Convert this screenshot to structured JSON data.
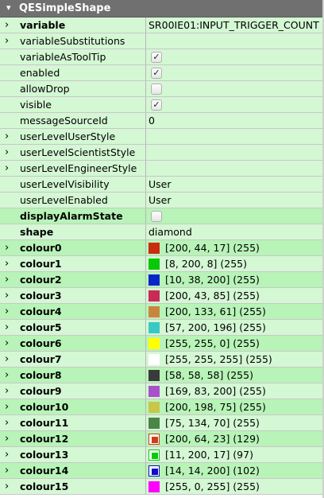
{
  "header": {
    "title": "QESimpleShape"
  },
  "properties": [
    {
      "name": "variable",
      "value": "SR00IE01:INPUT_TRIGGER_COUNT",
      "bold": true,
      "bg": "light",
      "expand": true,
      "kind": "text"
    },
    {
      "name": "variableSubstitutions",
      "value": "",
      "bold": false,
      "bg": "light",
      "expand": true,
      "kind": "text"
    },
    {
      "name": "variableAsToolTip",
      "checked": true,
      "bold": false,
      "bg": "light",
      "expand": false,
      "kind": "check"
    },
    {
      "name": "enabled",
      "checked": true,
      "bold": false,
      "bg": "light",
      "expand": false,
      "kind": "check"
    },
    {
      "name": "allowDrop",
      "checked": false,
      "bold": false,
      "bg": "light",
      "expand": false,
      "kind": "check"
    },
    {
      "name": "visible",
      "checked": true,
      "bold": false,
      "bg": "light",
      "expand": false,
      "kind": "check"
    },
    {
      "name": "messageSourceId",
      "value": "0",
      "bold": false,
      "bg": "light",
      "expand": false,
      "kind": "text"
    },
    {
      "name": "userLevelUserStyle",
      "value": "",
      "bold": false,
      "bg": "light",
      "expand": true,
      "kind": "text"
    },
    {
      "name": "userLevelScientistStyle",
      "value": "",
      "bold": false,
      "bg": "light",
      "expand": true,
      "kind": "text"
    },
    {
      "name": "userLevelEngineerStyle",
      "value": "",
      "bold": false,
      "bg": "light",
      "expand": true,
      "kind": "text"
    },
    {
      "name": "userLevelVisibility",
      "value": "User",
      "bold": false,
      "bg": "light",
      "expand": false,
      "kind": "text"
    },
    {
      "name": "userLevelEnabled",
      "value": "User",
      "bold": false,
      "bg": "light",
      "expand": false,
      "kind": "text"
    },
    {
      "name": "displayAlarmState",
      "checked": false,
      "bold": true,
      "bg": "green",
      "expand": false,
      "kind": "check"
    },
    {
      "name": "shape",
      "value": "diamond",
      "bold": true,
      "bg": "light",
      "expand": false,
      "kind": "text"
    },
    {
      "name": "colour0",
      "value": "[200, 44, 17] (255)",
      "color": "#c82c11",
      "alpha": 255,
      "bold": true,
      "bg": "green",
      "expand": true,
      "kind": "colour"
    },
    {
      "name": "colour1",
      "value": "[8, 200, 8] (255)",
      "color": "#08c808",
      "alpha": 255,
      "bold": true,
      "bg": "light",
      "expand": true,
      "kind": "colour"
    },
    {
      "name": "colour2",
      "value": "[10, 38, 200] (255)",
      "color": "#0a26c8",
      "alpha": 255,
      "bold": true,
      "bg": "green",
      "expand": true,
      "kind": "colour"
    },
    {
      "name": "colour3",
      "value": "[200, 43, 85] (255)",
      "color": "#c82b55",
      "alpha": 255,
      "bold": true,
      "bg": "light",
      "expand": true,
      "kind": "colour"
    },
    {
      "name": "colour4",
      "value": "[200, 133, 61] (255)",
      "color": "#c8853d",
      "alpha": 255,
      "bold": true,
      "bg": "green",
      "expand": true,
      "kind": "colour"
    },
    {
      "name": "colour5",
      "value": "[57, 200, 196] (255)",
      "color": "#39c8c4",
      "alpha": 255,
      "bold": true,
      "bg": "light",
      "expand": true,
      "kind": "colour"
    },
    {
      "name": "colour6",
      "value": "[255, 255, 0] (255)",
      "color": "#ffff00",
      "alpha": 255,
      "bold": true,
      "bg": "green",
      "expand": true,
      "kind": "colour"
    },
    {
      "name": "colour7",
      "value": "[255, 255, 255] (255)",
      "color": "#ffffff",
      "alpha": 255,
      "bold": true,
      "bg": "light",
      "expand": true,
      "kind": "colour"
    },
    {
      "name": "colour8",
      "value": "[58, 58, 58] (255)",
      "color": "#3a3a3a",
      "alpha": 255,
      "bold": true,
      "bg": "green",
      "expand": true,
      "kind": "colour"
    },
    {
      "name": "colour9",
      "value": "[169, 83, 200] (255)",
      "color": "#a953c8",
      "alpha": 255,
      "bold": true,
      "bg": "light",
      "expand": true,
      "kind": "colour"
    },
    {
      "name": "colour10",
      "value": "[200, 198, 75] (255)",
      "color": "#c8c64b",
      "alpha": 255,
      "bold": true,
      "bg": "green",
      "expand": true,
      "kind": "colour"
    },
    {
      "name": "colour11",
      "value": "[75, 134, 70] (255)",
      "color": "#4b8646",
      "alpha": 255,
      "bold": true,
      "bg": "light",
      "expand": true,
      "kind": "colour"
    },
    {
      "name": "colour12",
      "value": "[200, 64, 23] (129)",
      "color": "#c84017",
      "alpha": 129,
      "bold": true,
      "bg": "green",
      "expand": true,
      "kind": "colour"
    },
    {
      "name": "colour13",
      "value": "[11, 200, 17] (97)",
      "color": "#0bc811",
      "alpha": 97,
      "bold": true,
      "bg": "light",
      "expand": true,
      "kind": "colour"
    },
    {
      "name": "colour14",
      "value": "[14, 14, 200] (102)",
      "color": "#0e0ec8",
      "alpha": 102,
      "bold": true,
      "bg": "green",
      "expand": true,
      "kind": "colour"
    },
    {
      "name": "colour15",
      "value": "[255, 0, 255] (255)",
      "color": "#ff00ff",
      "alpha": 255,
      "bold": true,
      "bg": "light",
      "expand": true,
      "kind": "colour"
    }
  ]
}
